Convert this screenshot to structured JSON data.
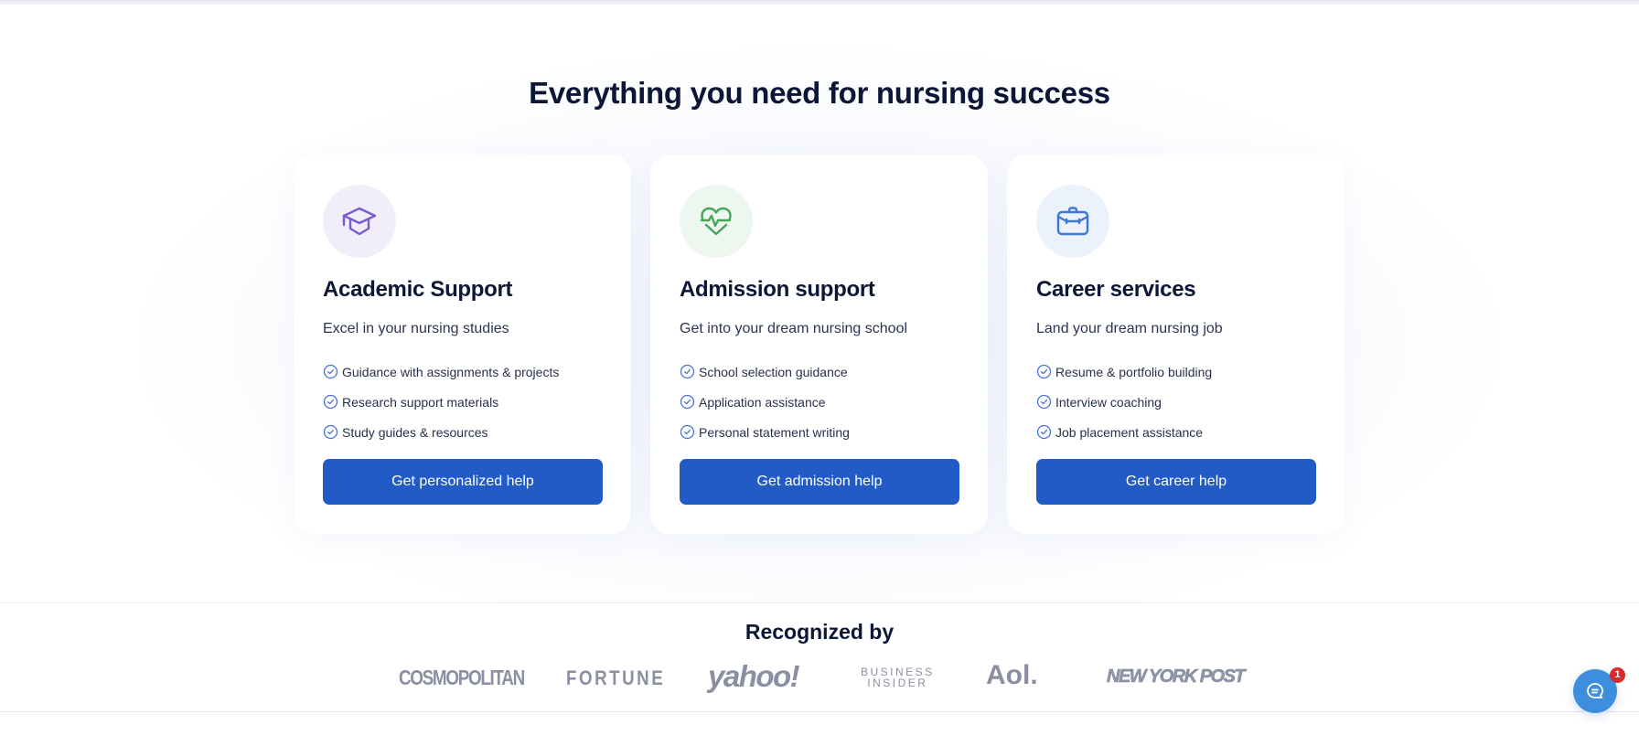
{
  "section": {
    "headline": "Everything you need for nursing success"
  },
  "cards": [
    {
      "icon": "graduation-cap-icon",
      "icon_color": "#7a5bd0",
      "icon_bg": "#f1eef9",
      "title": "Academic Support",
      "subtitle": "Excel in your nursing studies",
      "features": [
        "Guidance with assignments & projects",
        "Research support materials",
        "Study guides & resources"
      ],
      "cta": "Get personalized help"
    },
    {
      "icon": "heart-pulse-icon",
      "icon_color": "#45a55a",
      "icon_bg": "#eef6f0",
      "title": "Admission support",
      "subtitle": "Get into your dream nursing school",
      "features": [
        "School selection guidance",
        "Application assistance",
        "Personal statement writing"
      ],
      "cta": "Get admission help"
    },
    {
      "icon": "briefcase-icon",
      "icon_color": "#3c77d8",
      "icon_bg": "#ecf2fc",
      "title": "Career services",
      "subtitle": "Land your dream nursing job",
      "features": [
        "Resume & portfolio building",
        "Interview coaching",
        "Job placement assistance"
      ],
      "cta": "Get career help"
    }
  ],
  "recognized": {
    "heading": "Recognized by",
    "logos": [
      "COSMOPOLITAN",
      "FORTUNE",
      "yahoo!",
      "BUSINESS INSIDER",
      "Aol.",
      "NEW YORK POST"
    ],
    "business_insider_lines": [
      "BUSINESS",
      "INSIDER"
    ]
  },
  "chat": {
    "icon": "chat-bubble-icon",
    "badge_count": "1"
  },
  "colors": {
    "primary": "#225bc6",
    "heading": "#0c1636",
    "check": "#4a72d6",
    "logo_gray": "#8a8fa3",
    "chat": "#3d8fdd",
    "badge": "#d92b2b"
  }
}
